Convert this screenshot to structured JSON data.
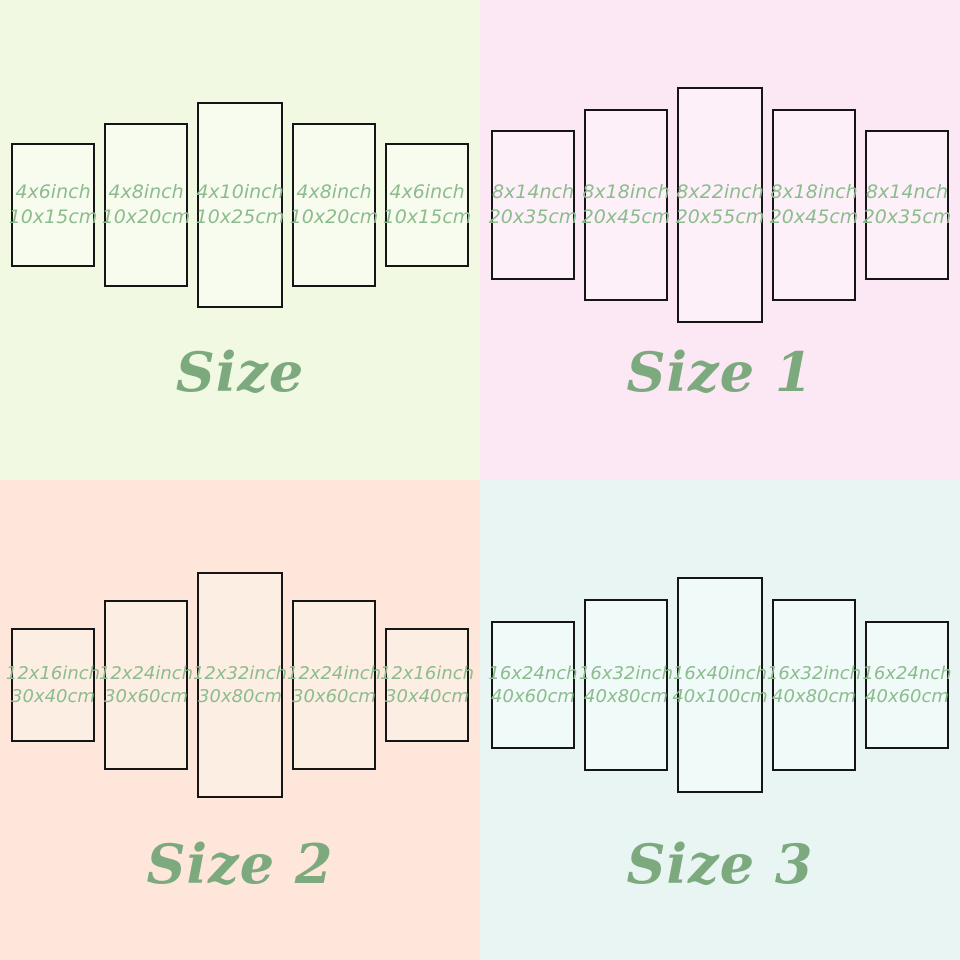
{
  "colors": {
    "panel_text_green": "#8cbc8e",
    "title_green": "#7caa7e",
    "panel_border": "#151515",
    "quadrant_backgrounds": [
      "#f2f9e2",
      "#fce8f4",
      "#ffe6da",
      "#e8f5f2"
    ],
    "panel_fills": [
      "#f8fcef",
      "#fdf0f8",
      "#fdeee4",
      "#f0faf8"
    ]
  },
  "quadrants": [
    {
      "title": "Size",
      "panels": [
        {
          "inch": "4x6inch",
          "cm": "10x15cm"
        },
        {
          "inch": "4x8inch",
          "cm": "10x20cm"
        },
        {
          "inch": "4x10inch",
          "cm": "10x25cm"
        },
        {
          "inch": "4x8inch",
          "cm": "10x20cm"
        },
        {
          "inch": "4x6inch",
          "cm": "10x15cm"
        }
      ]
    },
    {
      "title": "Size 1",
      "panels": [
        {
          "inch": "8x14nch",
          "cm": "20x35cm"
        },
        {
          "inch": "8x18inch",
          "cm": "20x45cm"
        },
        {
          "inch": "8x22inch",
          "cm": "20x55cm"
        },
        {
          "inch": "8x18inch",
          "cm": "20x45cm"
        },
        {
          "inch": "8x14nch",
          "cm": "20x35cm"
        }
      ]
    },
    {
      "title": "Size 2",
      "panels": [
        {
          "inch": "12x16inch",
          "cm": "30x40cm"
        },
        {
          "inch": "12x24inch",
          "cm": "30x60cm"
        },
        {
          "inch": "12x32inch",
          "cm": "30x80cm"
        },
        {
          "inch": "12x24inch",
          "cm": "30x60cm"
        },
        {
          "inch": "12x16inch",
          "cm": "30x40cm"
        }
      ]
    },
    {
      "title": "Size 3",
      "panels": [
        {
          "inch": "16x24nch",
          "cm": "40x60cm"
        },
        {
          "inch": "16x32inch",
          "cm": "40x80cm"
        },
        {
          "inch": "16x40inch",
          "cm": "40x100cm"
        },
        {
          "inch": "16x32inch",
          "cm": "40x80cm"
        },
        {
          "inch": "16x24nch",
          "cm": "40x60cm"
        }
      ]
    }
  ]
}
